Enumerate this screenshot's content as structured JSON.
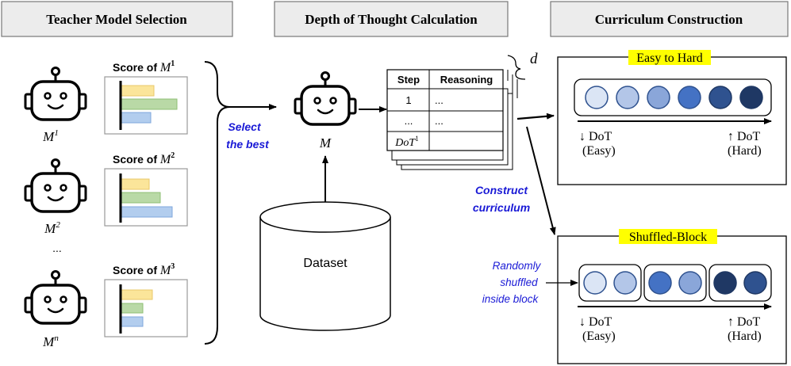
{
  "sections": {
    "teacher": "Teacher Model Selection",
    "depth": "Depth of Thought Calculation",
    "curriculum": "Curriculum Construction"
  },
  "models": [
    {
      "label_base": "M",
      "label_sup": "1",
      "score_title": "Score of ",
      "score_sup": "1",
      "bars": [
        0.55,
        0.93,
        0.5
      ]
    },
    {
      "label_base": "M",
      "label_sup": "2",
      "score_title": "Score of ",
      "score_sup": "2",
      "bars": [
        0.48,
        0.66,
        0.86
      ]
    },
    {
      "label_base": "M",
      "label_sup": "n",
      "score_title": "Score of ",
      "score_sup": "3",
      "bars": [
        0.52,
        0.37,
        0.37
      ]
    }
  ],
  "ellipsis": "...",
  "select_line1": "Select",
  "select_line2": "the best",
  "chosen_model": "M",
  "dataset_label": "Dataset",
  "table": {
    "header_step": "Step",
    "header_reasoning": "Reasoning",
    "rows": [
      {
        "step": "1",
        "reasoning": "..."
      },
      {
        "step": "...",
        "reasoning": "..."
      },
      {
        "step_base": "DoT",
        "step_sup": "1",
        "reasoning": ""
      }
    ],
    "count_symbol": "d"
  },
  "construct_line1": "Construct",
  "construct_line2": "curriculum",
  "easy_to_hard": {
    "title": "Easy to Hard",
    "left_label": "↓ DoT",
    "left_sub": "(Easy)",
    "right_label": "↑ DoT",
    "right_sub": "(Hard)"
  },
  "shuffled_block": {
    "title": "Shuffled-Block",
    "note_lines": [
      "Randomly",
      "shuffled",
      "inside block"
    ],
    "left_label": "↓ DoT",
    "left_sub": "(Easy)",
    "right_label": "↑ DoT",
    "right_sub": "(Hard)"
  },
  "colors": {
    "bar_yellow": "#fbe59a",
    "bar_green": "#b9d9a6",
    "bar_blue": "#b2cdee",
    "highlight": "#ffff00",
    "header_fill": "#ececec",
    "blue_text": "#1a1ad6",
    "circle_easy_to_hard": [
      "#dbe5f5",
      "#b3c6e8",
      "#8aa6d9",
      "#4472c4",
      "#2f528f",
      "#1f3864"
    ],
    "circle_shuffled": [
      "#dbe5f5",
      "#b3c6e8",
      "#4472c4",
      "#8aa6d9",
      "#1f3864",
      "#2f528f"
    ]
  }
}
